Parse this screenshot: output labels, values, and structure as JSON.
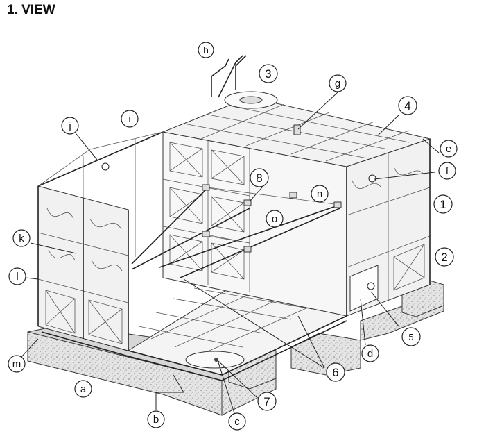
{
  "title": "1. VIEW",
  "labels": {
    "h": "h",
    "3": "3",
    "g": "g",
    "4": "4",
    "e": "e",
    "f": "f",
    "j": "j",
    "i": "i",
    "8": "8",
    "n": "n",
    "o": "o",
    "1": "1",
    "2": "2",
    "k": "k",
    "l": "l",
    "5": "5",
    "d": "d",
    "6": "6",
    "7": "7",
    "m": "m",
    "a": "a",
    "b": "b",
    "c": "c"
  }
}
